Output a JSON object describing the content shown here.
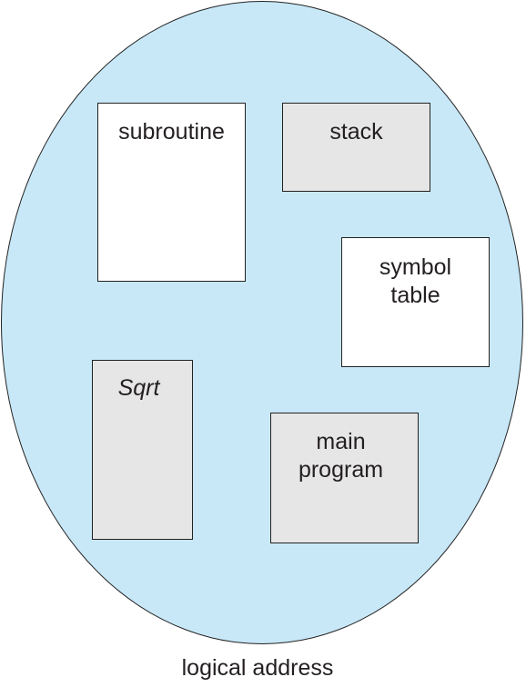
{
  "colors": {
    "oval_fill": "#c8e8f8",
    "white_segment": "#ffffff",
    "gray_segment": "#e6e6e6",
    "outline": "#222222",
    "text": "#231f20"
  },
  "segments": [
    {
      "id": "subroutine",
      "label": "subroutine",
      "fill": "white"
    },
    {
      "id": "stack",
      "label": "stack",
      "fill": "gray"
    },
    {
      "id": "symbol-table",
      "label": "symbol\ntable",
      "fill": "white"
    },
    {
      "id": "sqrt",
      "label": "Sqrt",
      "fill": "gray",
      "italic": true
    },
    {
      "id": "main-program",
      "label": "main\nprogram",
      "fill": "gray"
    }
  ],
  "caption": "logical address"
}
